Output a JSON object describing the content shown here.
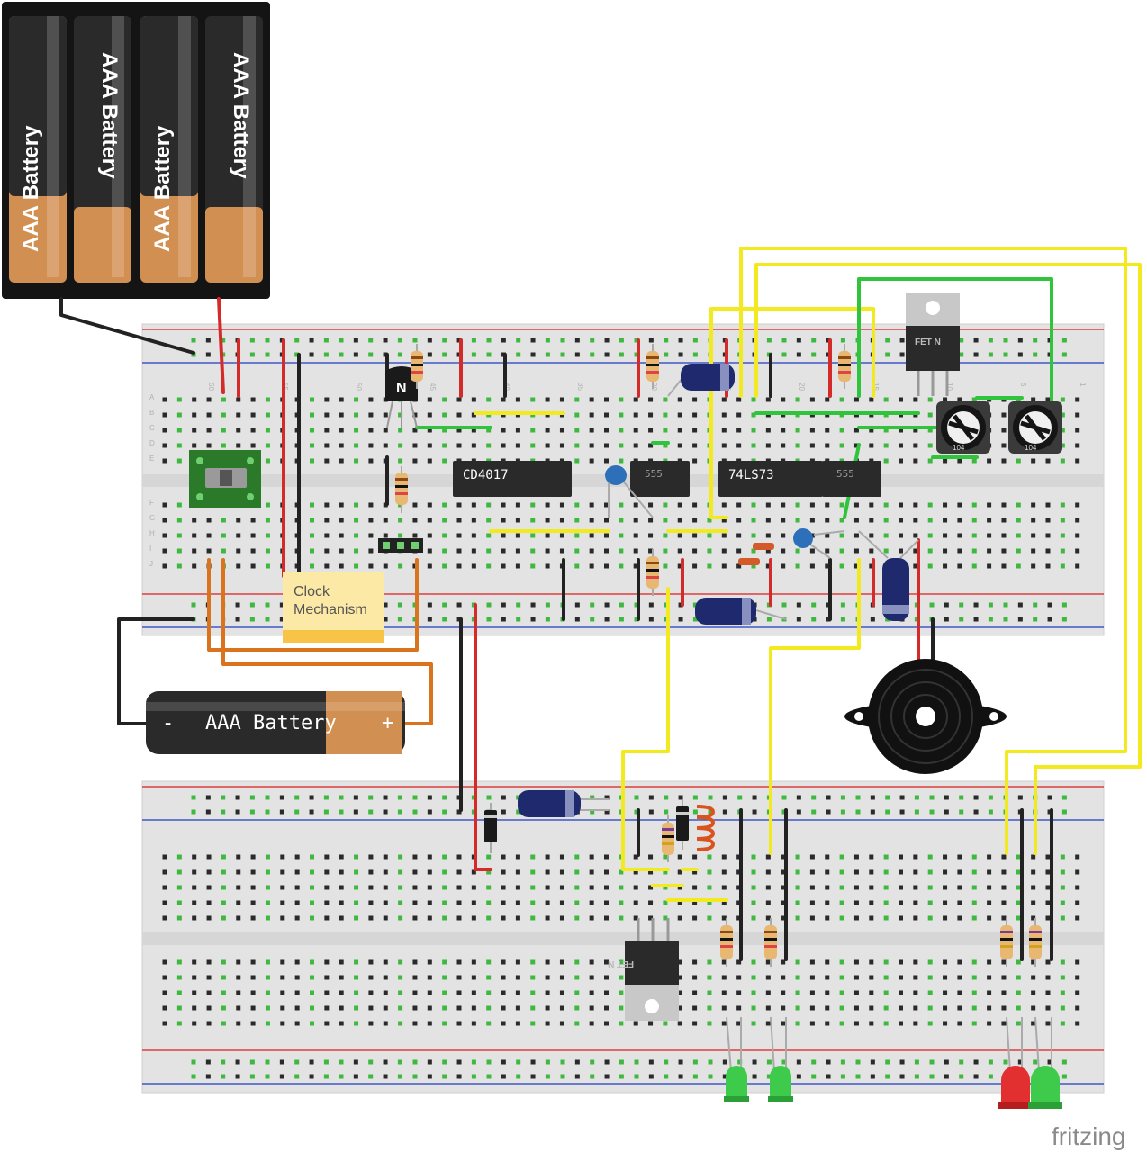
{
  "batteries": {
    "pack_labels": [
      "AAA Battery",
      "AAA Battery",
      "AAA Battery",
      "AAA Battery"
    ],
    "single_label": "AAA Battery",
    "minus": "-",
    "plus": "+"
  },
  "chips": {
    "counter": "CD4017",
    "timer_a": "555",
    "flipflop": "74LS73",
    "timer_b": "555"
  },
  "regulators": {
    "top": "FET N",
    "bottom": "FET N"
  },
  "transistor": {
    "label": "N"
  },
  "trimmers": {
    "code_a": "104",
    "code_b": "104"
  },
  "note": {
    "line1": "Clock",
    "line2": "Mechanism"
  },
  "breadboard": {
    "row_letters_top": [
      "A",
      "B",
      "C",
      "D",
      "E"
    ],
    "row_letters_bottom": [
      "F",
      "G",
      "H",
      "I",
      "J"
    ],
    "column_numbers": [
      "60",
      "55",
      "50",
      "45",
      "40",
      "35",
      "30",
      "25",
      "20",
      "15",
      "10",
      "5",
      "1"
    ]
  },
  "brand": "fritzing",
  "colors": {
    "wire_red": "#d42a2a",
    "wire_black": "#222222",
    "wire_yellow": "#f2ea1e",
    "wire_green": "#2fc43b",
    "wire_orange": "#d9731e",
    "board": "#e6e6e6",
    "hole_green": "#3fb83f"
  }
}
